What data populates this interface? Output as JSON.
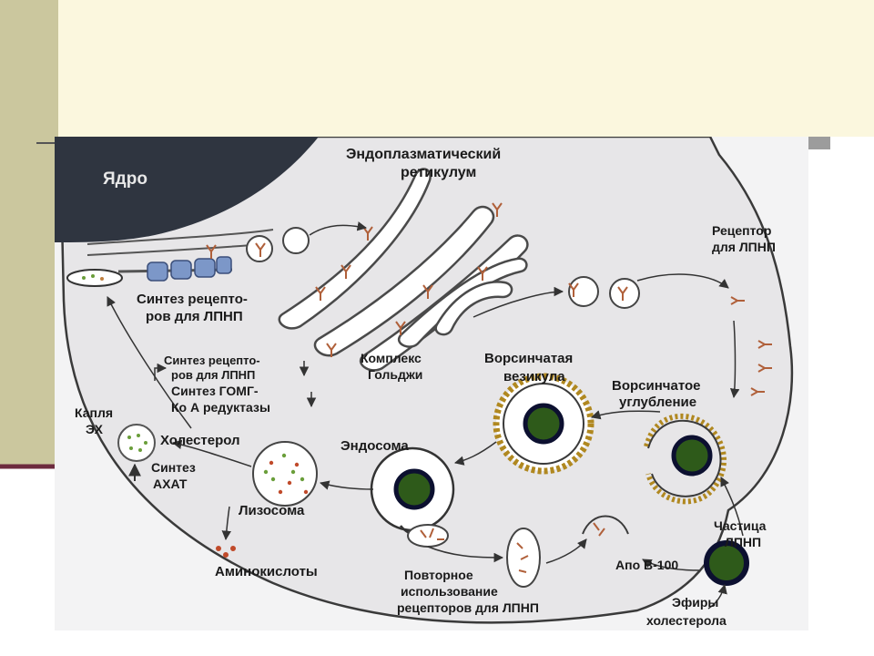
{
  "colors": {
    "header_bg": "#fbf7de",
    "left_band": "#cbc79e",
    "divider": "#6d2b3e",
    "cell_fill": "#e7e6e8",
    "nucleus": "#2f3540",
    "membrane": "#3a3a3a",
    "receptor": "#b0603a",
    "ldl_core": "#2e5a1a",
    "ldl_ring": "#0c1030",
    "coat": "#b08820"
  },
  "labels": {
    "nucleus": "Ядро",
    "er_line1": "Эндоплазматический",
    "er_line2": "ретикулум",
    "synth_receptors_line1": "Синтез рецепто-",
    "synth_receptors_line2": "ров для ЛПНП",
    "receptor_ldl_line1": "Рецептор",
    "receptor_ldl_line2": "для ЛПНП",
    "golgi_line1": "Комплекс",
    "golgi_line2": "Гольджи",
    "reg_line1": "Синтез рецепто-",
    "reg_line2": "ров для ЛПНП",
    "reg_line3": "Синтез ГОМГ-",
    "reg_line4": "Ко А редуктазы",
    "coated_vesicle_line1": "Ворсинчатая",
    "coated_vesicle_line2": "везикула",
    "coated_pit_line1": "Ворсинчатое",
    "coated_pit_line2": "углубление",
    "droplet_line1": "Капля",
    "droplet_line2": "ЭХ",
    "cholesterol": "Холестерол",
    "acat_line1": "Синтез",
    "acat_line2": "АХАТ",
    "endosome": "Эндосома",
    "lysosome": "Лизосома",
    "amino_acids": "Аминокислоты",
    "ldl_particle_line1": "Частица",
    "ldl_particle_line2": "ЛПНП",
    "apo_b100": "Апо В-100",
    "recycle_line1": "Повторное",
    "recycle_line2": "использование",
    "recycle_line3": "рецепторов для ЛПНП",
    "esters_line1": "Эфиры",
    "esters_line2": "холестерола"
  }
}
